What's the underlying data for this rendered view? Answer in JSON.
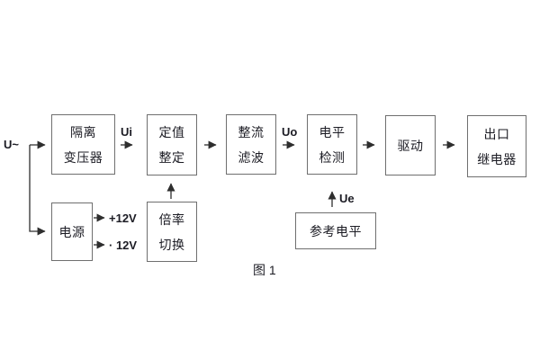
{
  "figure": {
    "caption": "图 1",
    "colors": {
      "background": "#ffffff",
      "box_border": "#6f6f6f",
      "wire": "#2e2e2e",
      "text": "#1c1c24"
    }
  },
  "blocks": {
    "isolation_transformer": {
      "line1": "隔离",
      "line2": "变压器"
    },
    "setting": {
      "line1": "定值",
      "line2": "整定"
    },
    "rectifier_filter": {
      "line1": "整流",
      "line2": "滤波"
    },
    "level_detection": {
      "line1": "电平",
      "line2": "检测"
    },
    "drive": {
      "label": "驱动"
    },
    "output_relay": {
      "line1": "出口",
      "line2": "继电器"
    },
    "power_supply": {
      "label": "电源"
    },
    "rate_switch": {
      "line1": "倍率",
      "line2": "切换"
    },
    "reference_level": {
      "label": "参考电平"
    }
  },
  "signals": {
    "input": "U~",
    "ui": "Ui",
    "uo": "Uo",
    "ue": "Ue",
    "plus12": "+12V",
    "minus12": "· 12V"
  }
}
